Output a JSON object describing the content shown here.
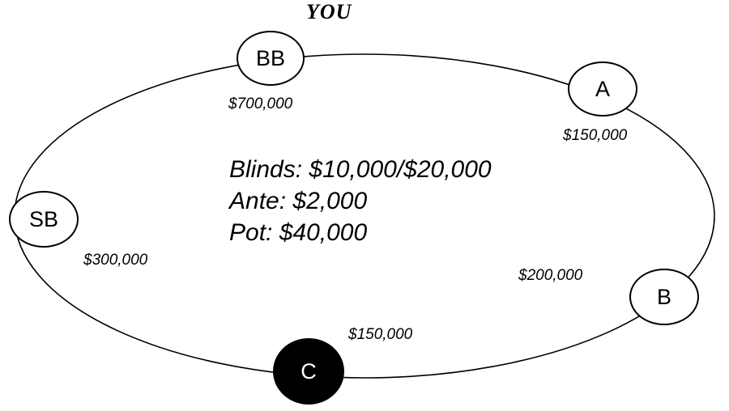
{
  "header": {
    "you_label": "YOU"
  },
  "table": {
    "info": {
      "blinds": "Blinds: $10,000/$20,000",
      "ante": "Ante: $2,000",
      "pot": "Pot: $40,000"
    }
  },
  "seats": {
    "bb": {
      "label": "BB",
      "chips": "$700,000"
    },
    "a": {
      "label": "A",
      "chips": "$150,000"
    },
    "b": {
      "label": "B",
      "chips": "$200,000"
    },
    "c": {
      "label": "C",
      "chips": "$150,000"
    },
    "sb": {
      "label": "SB",
      "chips": "$300,000"
    }
  },
  "colors": {
    "line": "#000000",
    "background": "#ffffff",
    "dealer_seat_fill": "#000000"
  }
}
